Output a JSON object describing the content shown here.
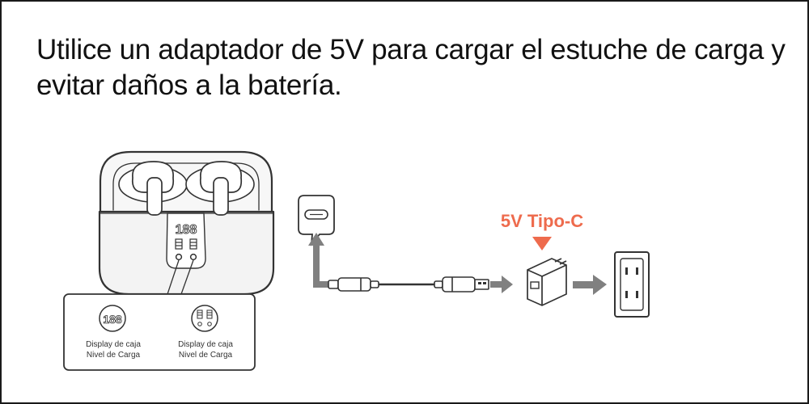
{
  "instruction": {
    "line1": "Utilice un adaptador de 5V para cargar el estuche de carga y",
    "line2": "evitar daños a la batería."
  },
  "case_display": {
    "digits": "188"
  },
  "callout": {
    "left": {
      "digits": "188",
      "line1": "Display de caja",
      "line2": "Nivel de Carga"
    },
    "right": {
      "line1": "Display de caja",
      "line2": "Nivel de Carga"
    }
  },
  "adapter": {
    "label": "5V Tipo-C"
  },
  "colors": {
    "accent": "#ee6b4d",
    "line": "#333333",
    "arrow": "#808080",
    "case_fill": "#f3f3f3",
    "text": "#111111"
  },
  "icons": [
    "earbud-case",
    "earbud",
    "usb-c-port",
    "usb-cable",
    "wall-adapter",
    "wall-outlet",
    "arrow-right",
    "arrow-up",
    "arrow-down"
  ]
}
